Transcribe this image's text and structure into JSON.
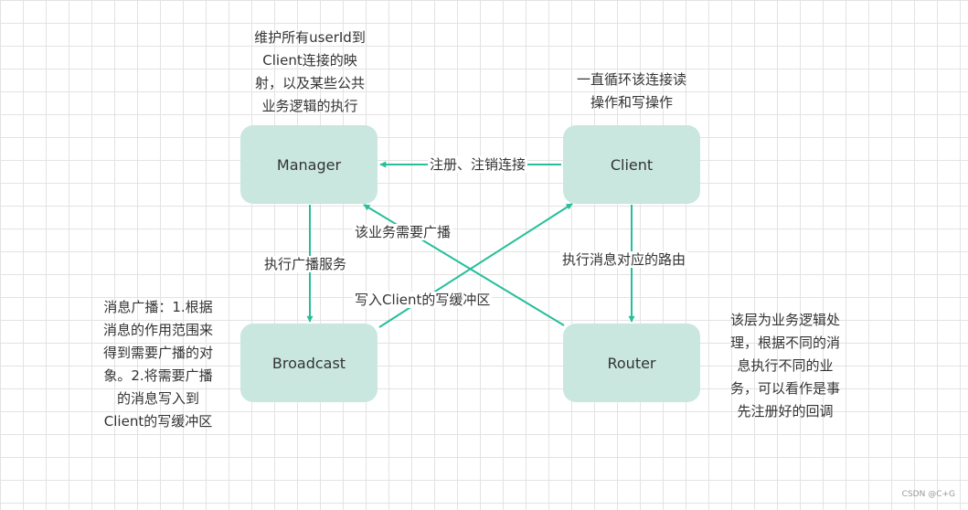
{
  "colors": {
    "node_fill": "#c9e7df",
    "edge": "#26bf9a",
    "grid": "#e3e3e3"
  },
  "nodes": {
    "manager": "Manager",
    "client": "Client",
    "broadcast": "Broadcast",
    "router": "Router"
  },
  "edges": {
    "client_to_manager": "注册、注销连接",
    "router_to_manager": "该业务需要广播",
    "manager_to_broadcast": "执行广播服务",
    "broadcast_to_client": "写入Client的写缓冲区",
    "client_to_router": "执行消息对应的路由"
  },
  "notes": {
    "manager": [
      "维护所有userId到",
      "Client连接的映",
      "射，以及某些公共",
      "业务逻辑的执行"
    ],
    "client": [
      "一直循环该连接读",
      "操作和写操作"
    ],
    "broadcast": [
      "消息广播：1.根据",
      "消息的作用范围来",
      "得到需要广播的对",
      "象。2.将需要广播",
      "的消息写入到",
      "Client的写缓冲区"
    ],
    "router": [
      "该层为业务逻辑处",
      "理，根据不同的消",
      "息执行不同的业",
      "务，可以看作是事",
      "先注册好的回调"
    ]
  },
  "watermark": "CSDN @C+G"
}
